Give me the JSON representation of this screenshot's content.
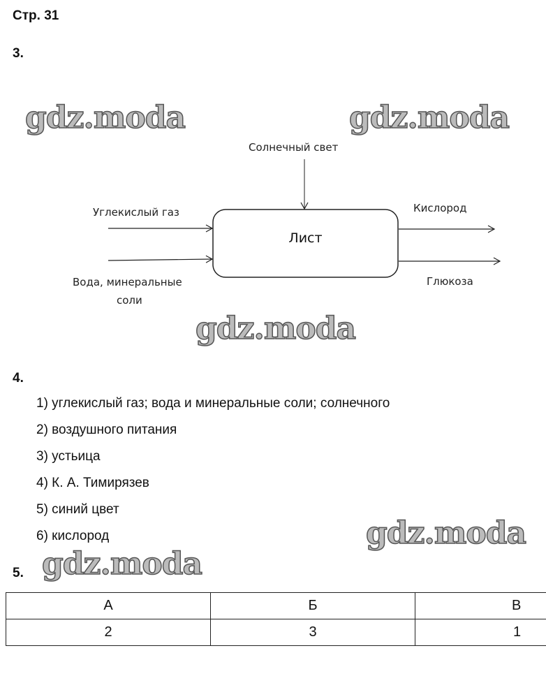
{
  "page_title": "Стр. 31",
  "task3": {
    "number": "3.",
    "diagram": {
      "center": "Лист",
      "input_top": "Солнечный свет",
      "input_left_1": "Углекислый газ",
      "input_left_2_line1": "Вода, минеральные",
      "input_left_2_line2": "соли",
      "output_1": "Кислород",
      "output_2": "Глюкоза"
    }
  },
  "task4": {
    "number": "4.",
    "answers": [
      "1) углекислый газ; вода и минеральные соли; солнечного",
      "2) воздушного питания",
      "3) устьица",
      "4) К. А. Тимирязев",
      "5) синий цвет",
      "6) кислород"
    ]
  },
  "task5": {
    "number": "5.",
    "table": {
      "headers": [
        "А",
        "Б",
        "В"
      ],
      "values": [
        "2",
        "3",
        "1"
      ]
    }
  },
  "watermark": "gdz.moda"
}
